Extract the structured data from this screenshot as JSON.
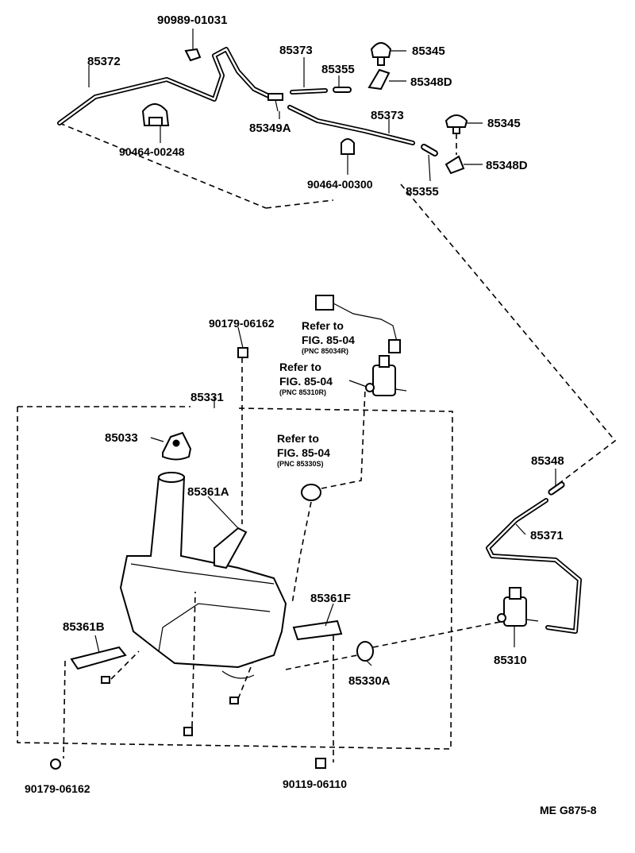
{
  "labels": {
    "p90989_01031": "90989-01031",
    "p85372": "85372",
    "p85373_a": "85373",
    "p85355_a": "85355",
    "p85345_a": "85345",
    "p85348d_a": "85348D",
    "p85349a": "85349A",
    "p85373_b": "85373",
    "p85345_b": "85345",
    "p85348d_b": "85348D",
    "p90464_00248": "90464-00248",
    "p90464_00300": "90464-00300",
    "p85355_b": "85355",
    "p90179_06162_top": "90179-06162",
    "p85331": "85331",
    "p85033": "85033",
    "p85361a": "85361A",
    "p85361f": "85361F",
    "p85361b": "85361B",
    "p85348": "85348",
    "p85371": "85371",
    "p85310": "85310",
    "p85330a": "85330A",
    "p90179_06162_bottom": "90179-06162",
    "p90119_06110": "90119-06110"
  },
  "references": [
    {
      "refer": "Refer to",
      "fig": "FIG. 85-04",
      "pnc": "(PNC 85034R)"
    },
    {
      "refer": "Refer to",
      "fig": "FIG. 85-04",
      "pnc": "(PNC 85310R)"
    },
    {
      "refer": "Refer to",
      "fig": "FIG. 85-04",
      "pnc": "(PNC 85330S)"
    }
  ],
  "drawing_code": "ME  G875-8"
}
